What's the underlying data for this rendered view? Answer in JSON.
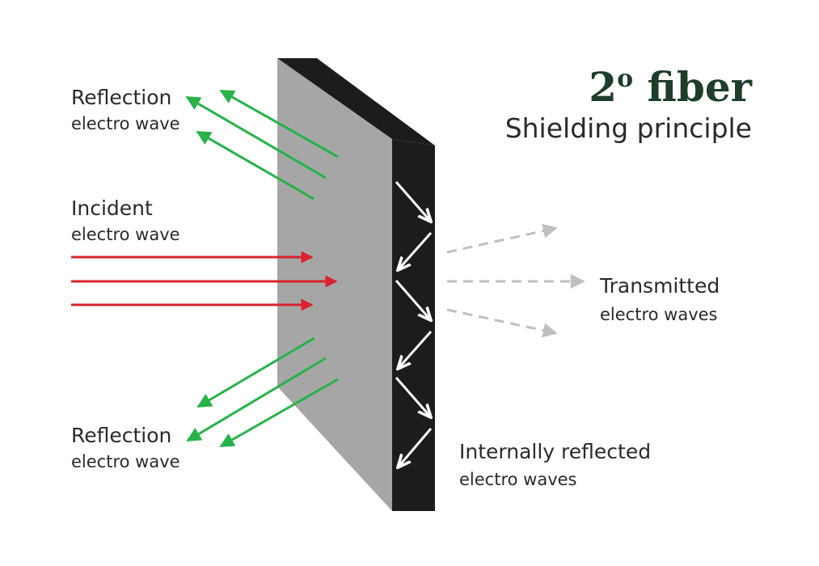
{
  "title": {
    "number": "2",
    "superscript": "o",
    "word": "fiber",
    "subtitle": "Shielding principle"
  },
  "labels": {
    "reflection_top": {
      "line1": "Reflection",
      "line2": "electro wave"
    },
    "incident": {
      "line1": "Incident",
      "line2": "electro wave"
    },
    "reflection_bottom": {
      "line1": "Reflection",
      "line2": "electro wave"
    },
    "transmitted": {
      "line1": "Transmitted",
      "line2": "electro waves"
    },
    "internal": {
      "line1": "Internally reflected",
      "line2": "electro waves"
    }
  },
  "colors": {
    "title": "#1e3d2a",
    "panel_front": "#a6a6a6",
    "panel_side": "#1c1c1c",
    "incident": "#d9232e",
    "reflection": "#27b24a",
    "transmitted": "#bfbfbf",
    "internal": "#ffffff",
    "text": "#2a2a2a"
  },
  "icons": {
    "shield_panel": "rectangle-panel",
    "incident_waves": "arrow-right",
    "reflected_waves": "arrow-up-left",
    "transmitted_waves": "dashed-arrow",
    "internal_waves": "zigzag-arrow"
  }
}
